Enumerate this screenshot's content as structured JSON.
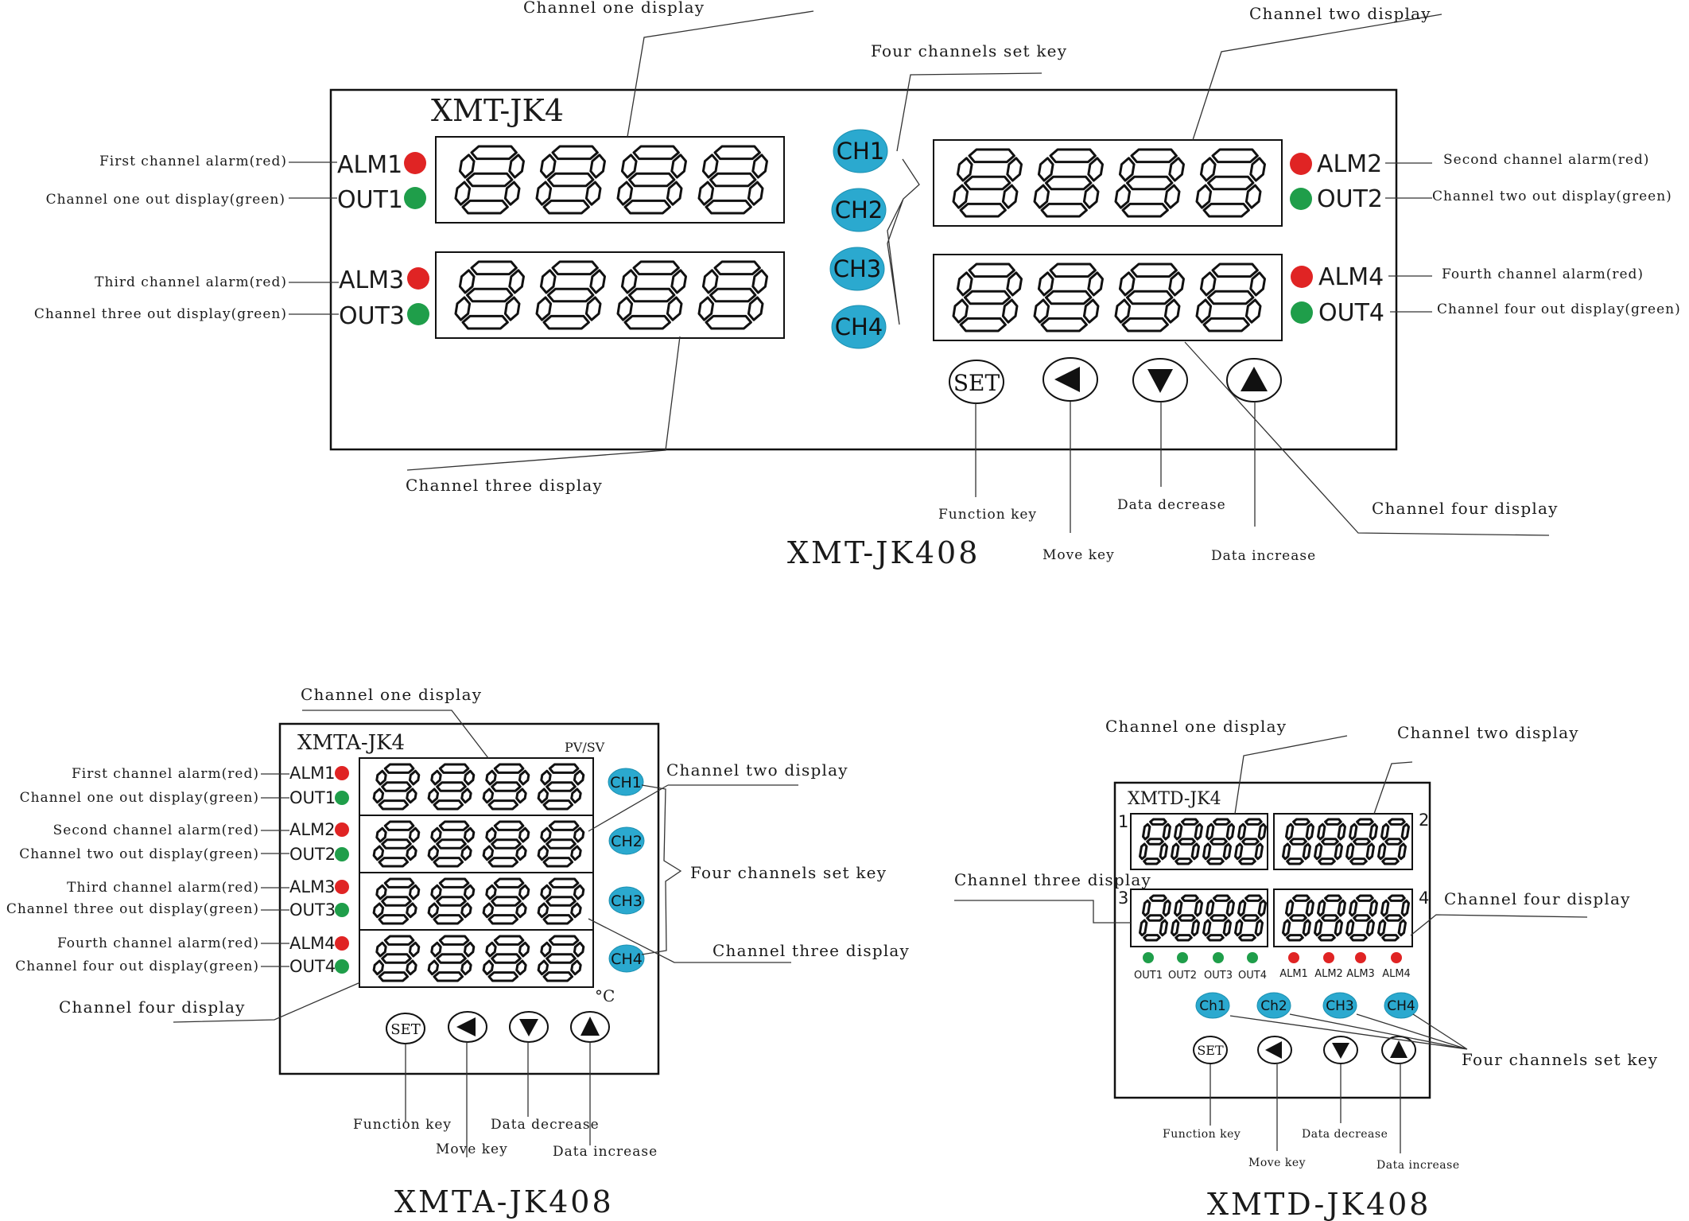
{
  "colors": {
    "alarm_led": "#e02424",
    "out_led": "#1f9e4a",
    "channel_key": "#2ba9cf"
  },
  "digits_shown": "8888",
  "top": {
    "brand": "XMT-JK4",
    "model": "XMT-JK408",
    "ind": {
      "alm1": "ALM1",
      "out1": "OUT1",
      "alm3": "ALM3",
      "out3": "OUT3",
      "alm2": "ALM2",
      "out2": "OUT2",
      "alm4": "ALM4",
      "out4": "OUT4"
    },
    "keys": {
      "ch1": "CH1",
      "ch2": "CH2",
      "ch3": "CH3",
      "ch4": "CH4",
      "set": "SET"
    },
    "labels": {
      "ch1_display": "Channel one display",
      "ch2_display": "Channel two display",
      "ch3_display": "Channel three display",
      "ch4_display": "Channel four display",
      "set_keys": "Four channels set key",
      "alm1": "First channel alarm(red)",
      "out1": "Channel one out display(green)",
      "alm3": "Third channel alarm(red)",
      "out3": "Channel three out display(green)",
      "alm2": "Second channel alarm(red)",
      "out2": "Channel two out display(green)",
      "alm4": "Fourth channel alarm(red)",
      "out4": "Channel four out display(green)",
      "function_key": "Function key",
      "move_key": "Move key",
      "data_decrease": "Data decrease",
      "data_increase": "Data increase"
    }
  },
  "mid": {
    "brand": "XMTA-JK4",
    "pvsv": "PV/SV",
    "unit": "°C",
    "model": "XMTA-JK408",
    "ind": {
      "alm1": "ALM1",
      "out1": "OUT1",
      "alm2": "ALM2",
      "out2": "OUT2",
      "alm3": "ALM3",
      "out3": "OUT3",
      "alm4": "ALM4",
      "out4": "OUT4"
    },
    "keys": {
      "ch1": "CH1",
      "ch2": "CH2",
      "ch3": "CH3",
      "ch4": "CH4",
      "set": "SET"
    },
    "labels": {
      "ch1_display": "Channel one display",
      "ch2_display": "Channel two display",
      "ch3_display": "Channel three display",
      "ch4_display": "Channel four display",
      "set_keys": "Four channels set key",
      "alm1": "First channel alarm(red)",
      "out1": "Channel one out display(green)",
      "alm2": "Second channel alarm(red)",
      "out2": "Channel two out display(green)",
      "alm3": "Third channel alarm(red)",
      "out3": "Channel three out display(green)",
      "alm4": "Fourth channel alarm(red)",
      "out4": "Channel four out display(green)",
      "function_key": "Function key",
      "move_key": "Move key",
      "data_decrease": "Data decrease",
      "data_increase": "Data increase"
    }
  },
  "right": {
    "brand": "XMTD-JK4",
    "model": "XMTD-JK408",
    "nums": {
      "n1": "1",
      "n2": "2",
      "n3": "3",
      "n4": "4"
    },
    "ind": {
      "out1": "OUT1",
      "out2": "OUT2",
      "out3": "OUT3",
      "out4": "OUT4",
      "alm1": "ALM1",
      "alm2": "ALM2",
      "alm3": "ALM3",
      "alm4": "ALM4"
    },
    "keys": {
      "ch1": "Ch1",
      "ch2": "Ch2",
      "ch3": "CH3",
      "ch4": "CH4",
      "set": "SET"
    },
    "labels": {
      "ch1_display": "Channel one display",
      "ch2_display": "Channel two display",
      "ch3_display": "Channel three display",
      "ch4_display": "Channel four display",
      "set_keys": "Four channels set key",
      "function_key": "Function key",
      "move_key": "Move key",
      "data_decrease": "Data decrease",
      "data_increase": "Data increase"
    }
  }
}
